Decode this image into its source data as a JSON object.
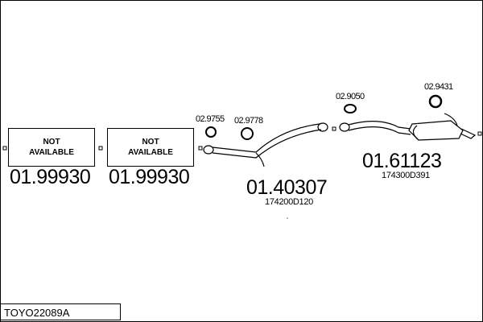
{
  "parts": [
    {
      "box_text_line1": "NOT",
      "box_text_line2": "AVAILABLE",
      "number": "01.99930"
    },
    {
      "box_text_line1": "NOT",
      "box_text_line2": "AVAILABLE",
      "number": "01.99930"
    },
    {
      "number": "01.40307",
      "oem": "174200D120"
    },
    {
      "number": "01.61123",
      "oem": "174300D391"
    }
  ],
  "small_parts": [
    "02.9755",
    "02.9778",
    "02.9050",
    "02.9431"
  ],
  "reference": "TOYO22089A"
}
